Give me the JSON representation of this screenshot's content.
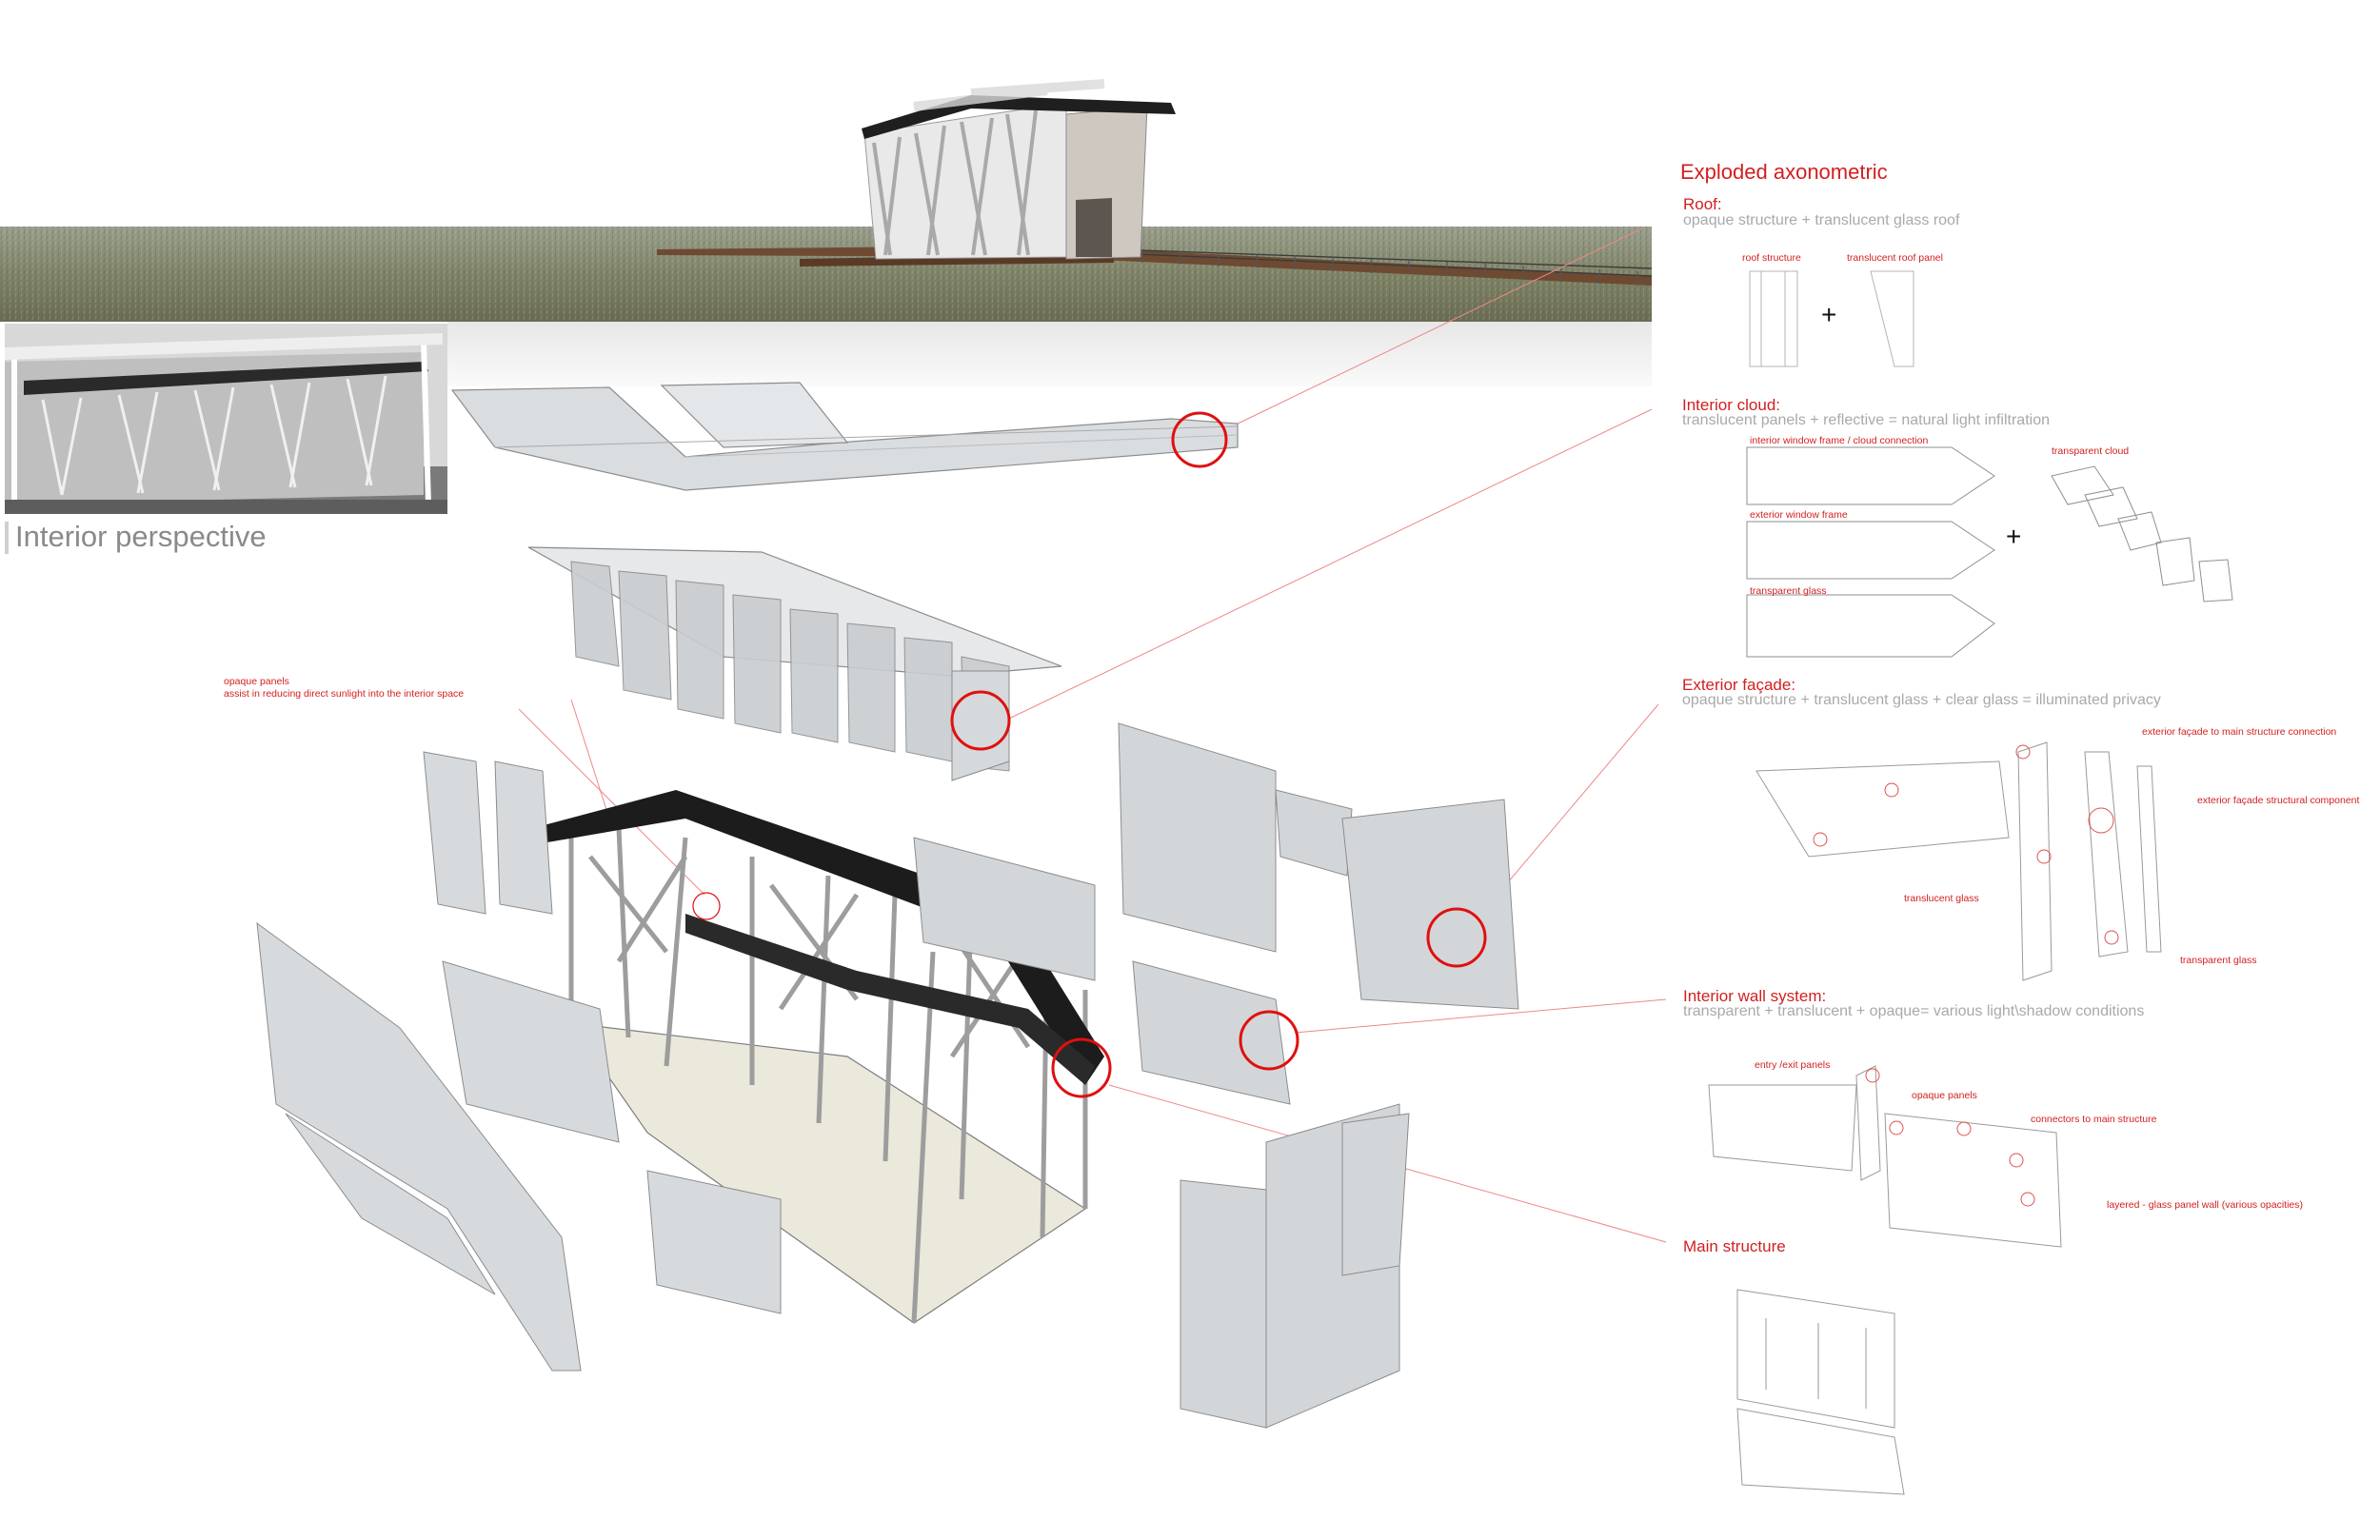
{
  "title": "Exploded axonometric",
  "perspective_label": "Interior perspective",
  "annotations": {
    "opaque_panels": "opaque panels",
    "opaque_panels_note": "assist in reducing direct sunlight into the interior space"
  },
  "sections": {
    "roof": {
      "heading": "Roof:",
      "sub": "opaque structure + translucent glass roof",
      "labels": [
        "roof structure",
        "translucent roof panel"
      ],
      "operator": "+"
    },
    "cloud": {
      "heading": "Interior cloud:",
      "sub": "translucent panels + reflective = natural light infiltration",
      "labels": [
        "interior window frame / cloud connection",
        "exterior window frame",
        "transparent glass",
        "transparent cloud"
      ],
      "operator": "+"
    },
    "facade": {
      "heading": "Exterior façade:",
      "sub": "opaque structure + translucent glass + clear glass = illuminated privacy",
      "labels": [
        "exterior façade to main structure connection",
        "exterior façade structural component",
        "translucent glass",
        "transparent glass"
      ]
    },
    "wall": {
      "heading": "Interior wall system:",
      "sub": "transparent + translucent + opaque= various light\\shadow conditions",
      "labels": [
        "entry /exit panels",
        "opaque panels",
        "connectors to main structure",
        "layered - glass panel wall (various opacities)"
      ]
    },
    "structure": {
      "heading": "Main structure"
    }
  },
  "colors": {
    "accent": "#d21f1f",
    "subtext": "#a9a9a9",
    "line": "#8c8c8c",
    "glass": "#cfd3d6",
    "beam": "#1b1b1b"
  }
}
